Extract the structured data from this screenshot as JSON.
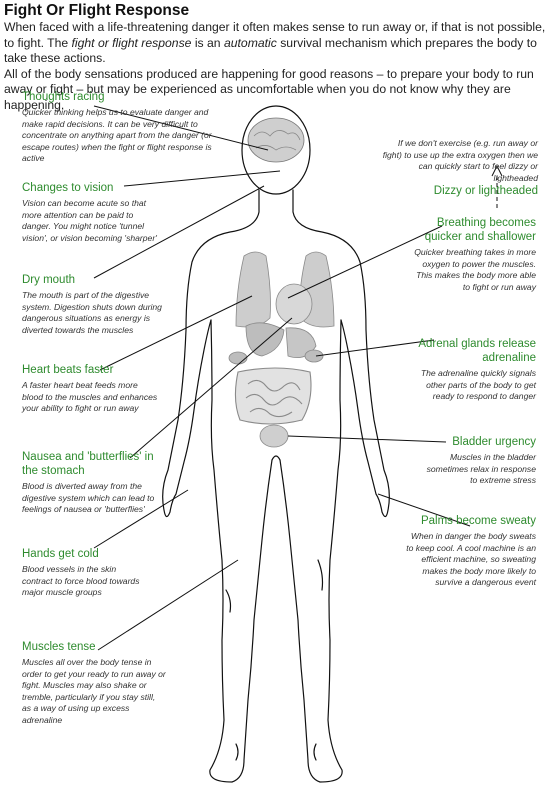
{
  "title": "Fight Or Flight Response",
  "intro": {
    "p1_a": "When faced with a life-threatening danger it often makes sense to run away or, if that is not possible, to fight. The ",
    "p1_em1": "fight or flight response",
    "p1_b": " is an ",
    "p1_em2": "automatic",
    "p1_c": " survival mechanism which prepares the body to take these actions.",
    "p2": "All of the body sensations produced are happening for good reasons – to prepare your body to run away or fight – but may be experienced as uncomfortable when you do not know why they are happening."
  },
  "left": [
    {
      "heading": "Thoughts racing",
      "body": "Quicker thinking helps us to evaluate danger and make rapid decisions. It can be very difficult to concentrate on anything apart from the danger (or escape routes) when the fight or flight response is active"
    },
    {
      "heading": "Changes to vision",
      "body": "Vision can become acute so that more attention can be paid to danger. You might notice 'tunnel vision', or vision becoming 'sharper'"
    },
    {
      "heading": "Dry mouth",
      "body": "The mouth is part of the digestive system. Digestion shuts down during dangerous situations as energy is diverted towards the muscles"
    },
    {
      "heading": "Heart beats faster",
      "body": "A faster heart beat feeds more blood to the muscles and enhances your ability to fight or run away"
    },
    {
      "heading": "Nausea and 'butterflies' in the stomach",
      "body": "Blood is diverted away from the digestive system which can lead to feelings of nausea or 'butterflies'"
    },
    {
      "heading": "Hands get cold",
      "body": "Blood vessels in the skin contract to force blood towards major muscle groups"
    },
    {
      "heading": "Muscles tense",
      "body": "Muscles all over the body tense in order to get your ready to run away or fight. Muscles may also shake or tremble, particularly if you stay still, as a way of using up excess adrenaline"
    }
  ],
  "right": [
    {
      "heading": "Dizzy or lightheaded",
      "body": "If we don't exercise (e.g. run away or fight) to use up the extra oxygen then we can quickly start to feel dizzy or lightheaded"
    },
    {
      "heading": "Breathing becomes quicker and shallower",
      "body": "Quicker breathing takes in more oxygen to power the muscles. This makes the body more able to fight or run away"
    },
    {
      "heading": "Adrenal glands release adrenaline",
      "body": "The adrenaline quickly signals other parts of the body to get ready to respond to danger"
    },
    {
      "heading": "Bladder urgency",
      "body": "Muscles in the bladder sometimes relax in response to extreme stress"
    },
    {
      "heading": "Palms become sweaty",
      "body": "When in danger the body sweats to keep cool. A cool machine is an efficient machine, so sweating makes the body more likely to survive a dangerous event"
    }
  ]
}
